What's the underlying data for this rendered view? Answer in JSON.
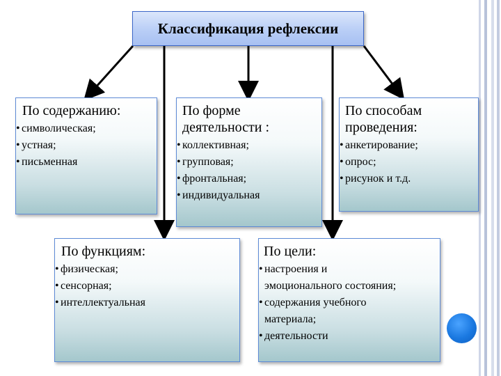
{
  "title": "Классификация рефлексии",
  "boxes": {
    "content": {
      "heading": "По содержанию:",
      "items": [
        "символическая;",
        "устная;",
        "письменная"
      ]
    },
    "form": {
      "heading_line1": "По форме",
      "heading_line2": "деятельности :",
      "items": [
        "коллективная;",
        "групповая;",
        "фронтальная;",
        "индивидуальная"
      ]
    },
    "method": {
      "heading_line1": "По способам",
      "heading_line2": "проведения:",
      "items": [
        "анкетирование;",
        "опрос;",
        "рисунок и т.д."
      ]
    },
    "functions": {
      "heading": "По функциям:",
      "items": [
        "физическая;",
        "сенсорная;",
        "интеллектуальная"
      ]
    },
    "goal": {
      "heading": "По цели:",
      "item1_line1": "настроения и",
      "item1_line2": "эмоционального состояния;",
      "item2_line1": "содержания учебного",
      "item2_line2": "материала;",
      "item3": "деятельности"
    }
  },
  "colors": {
    "title_fill": "#b9cef6",
    "box_border": "#5d8ad6",
    "box_fill_bottom": "#a4c7cc",
    "arrow": "#000000",
    "circle": "#1a78e0"
  }
}
